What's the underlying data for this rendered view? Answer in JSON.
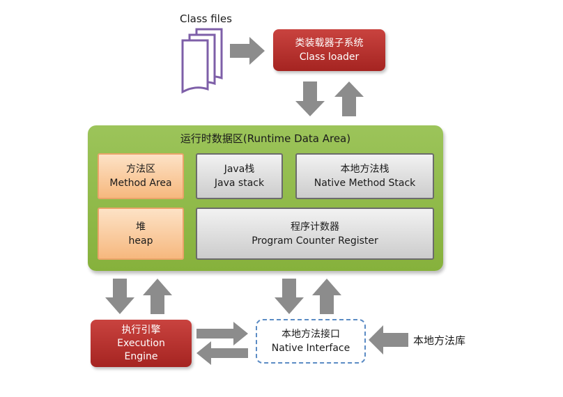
{
  "class_files": {
    "label": "Class files"
  },
  "class_loader": {
    "line1": "类装载器子系统",
    "line2": "Class loader"
  },
  "runtime_area": {
    "title": "运行时数据区(Runtime Data Area)",
    "method_area": {
      "line1": "方法区",
      "line2": "Method Area"
    },
    "java_stack": {
      "line1": "Java栈",
      "line2": "Java stack"
    },
    "native_method_stack": {
      "line1": "本地方法栈",
      "line2": "Native Method Stack"
    },
    "heap": {
      "line1": "堆",
      "line2": "heap"
    },
    "pc_register": {
      "line1": "程序计数器",
      "line2": "Program Counter Register"
    }
  },
  "execution_engine": {
    "line1": "执行引擎",
    "line2": "Execution",
    "line3": "Engine"
  },
  "native_interface": {
    "line1": "本地方法接口",
    "line2": "Native Interface"
  },
  "native_library": {
    "label": "本地方法库"
  },
  "colors": {
    "red_box": "#b7312e",
    "green_area": "#8fb949",
    "orange_box": "#f9c99a",
    "gray_box": "#dddddd",
    "arrow": "#8c8c8c",
    "dashed_border": "#5b8bc4",
    "file_outline": "#7e5fa8"
  }
}
